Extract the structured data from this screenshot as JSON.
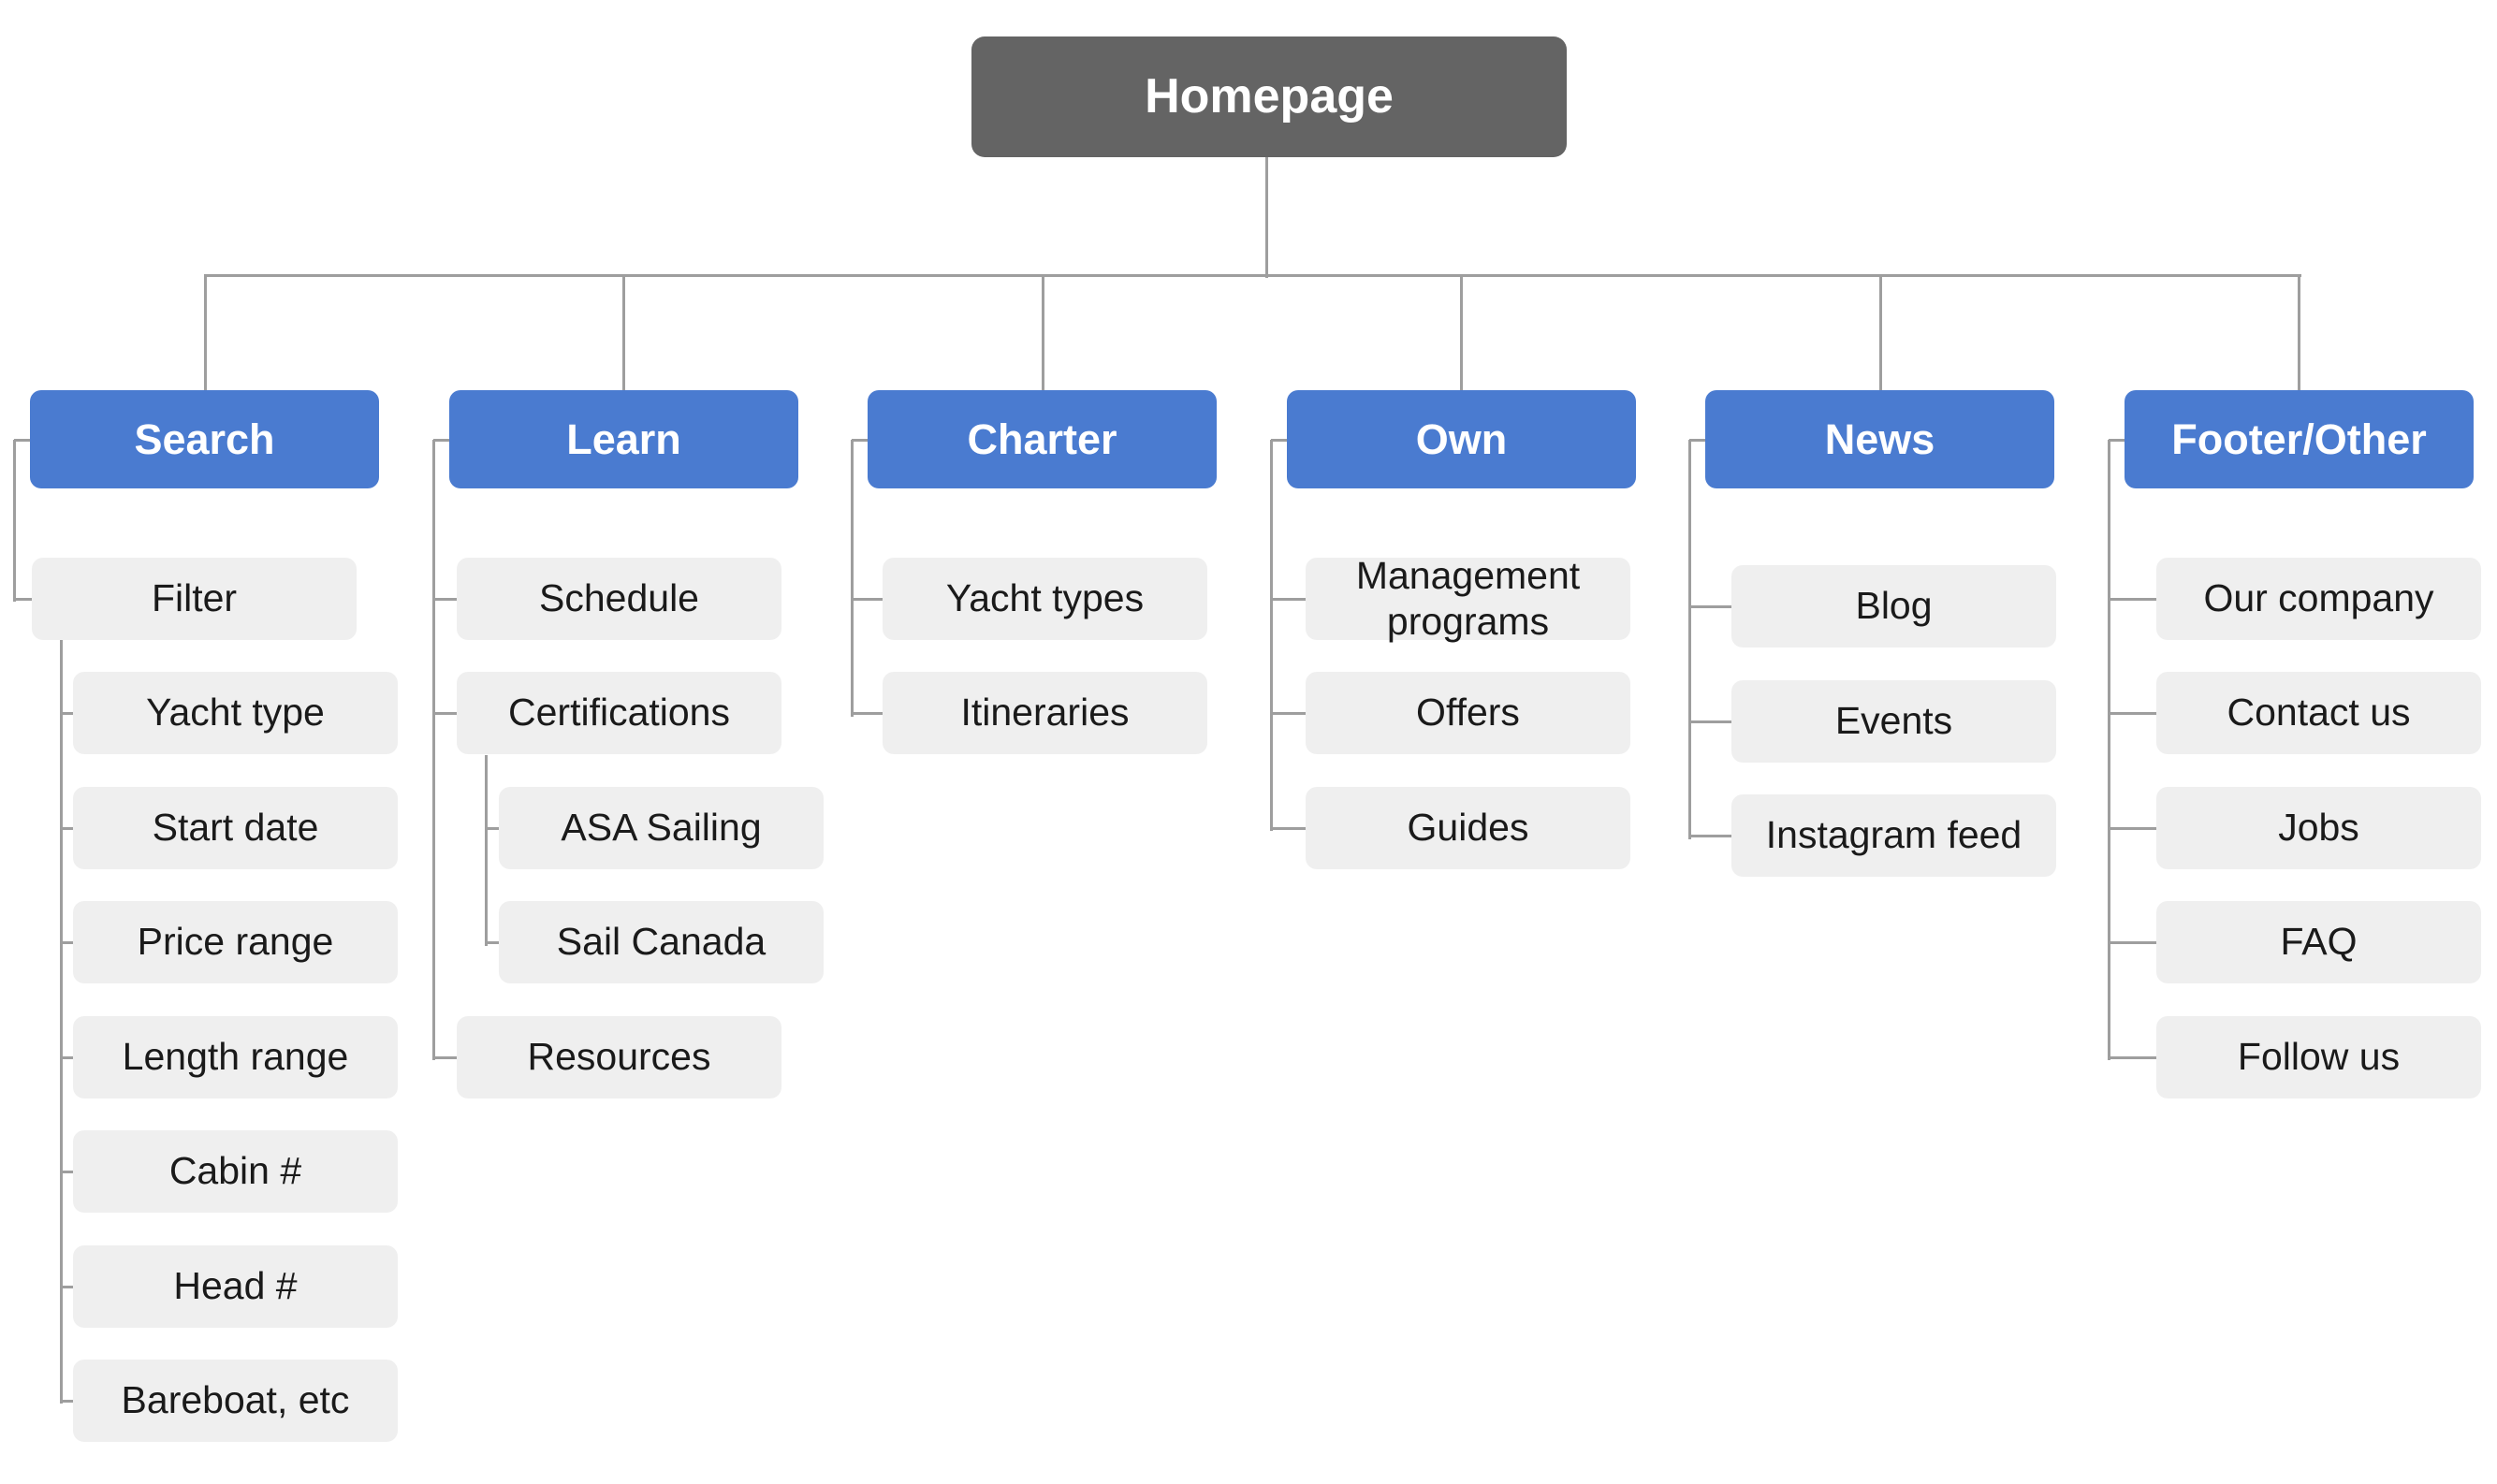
{
  "title": "Homepage",
  "colors": {
    "root_fill": "#646464",
    "category_fill": "#4a7bd0",
    "item_fill": "#efefef",
    "connector": "#9e9e9e",
    "text_light": "#ffffff",
    "text_dark": "#1a1a1a"
  },
  "categories": [
    {
      "label": "Search",
      "items": [
        {
          "label": "Filter",
          "children": [
            "Yacht type",
            "Start date",
            "Price range",
            "Length range",
            "Cabin #",
            "Head #",
            "Bareboat, etc"
          ]
        }
      ]
    },
    {
      "label": "Learn",
      "items": [
        {
          "label": "Schedule"
        },
        {
          "label": "Certifications",
          "children": [
            "ASA Sailing",
            "Sail Canada"
          ]
        },
        {
          "label": "Resources"
        }
      ]
    },
    {
      "label": "Charter",
      "items": [
        {
          "label": "Yacht types"
        },
        {
          "label": "Itineraries"
        }
      ]
    },
    {
      "label": "Own",
      "items": [
        {
          "label": "Management programs"
        },
        {
          "label": "Offers"
        },
        {
          "label": "Guides"
        }
      ]
    },
    {
      "label": "News",
      "items": [
        {
          "label": "Blog"
        },
        {
          "label": "Events"
        },
        {
          "label": "Instagram feed"
        }
      ]
    },
    {
      "label": "Footer/Other",
      "items": [
        {
          "label": "Our company"
        },
        {
          "label": "Contact us"
        },
        {
          "label": "Jobs"
        },
        {
          "label": "FAQ"
        },
        {
          "label": "Follow us"
        }
      ]
    }
  ]
}
